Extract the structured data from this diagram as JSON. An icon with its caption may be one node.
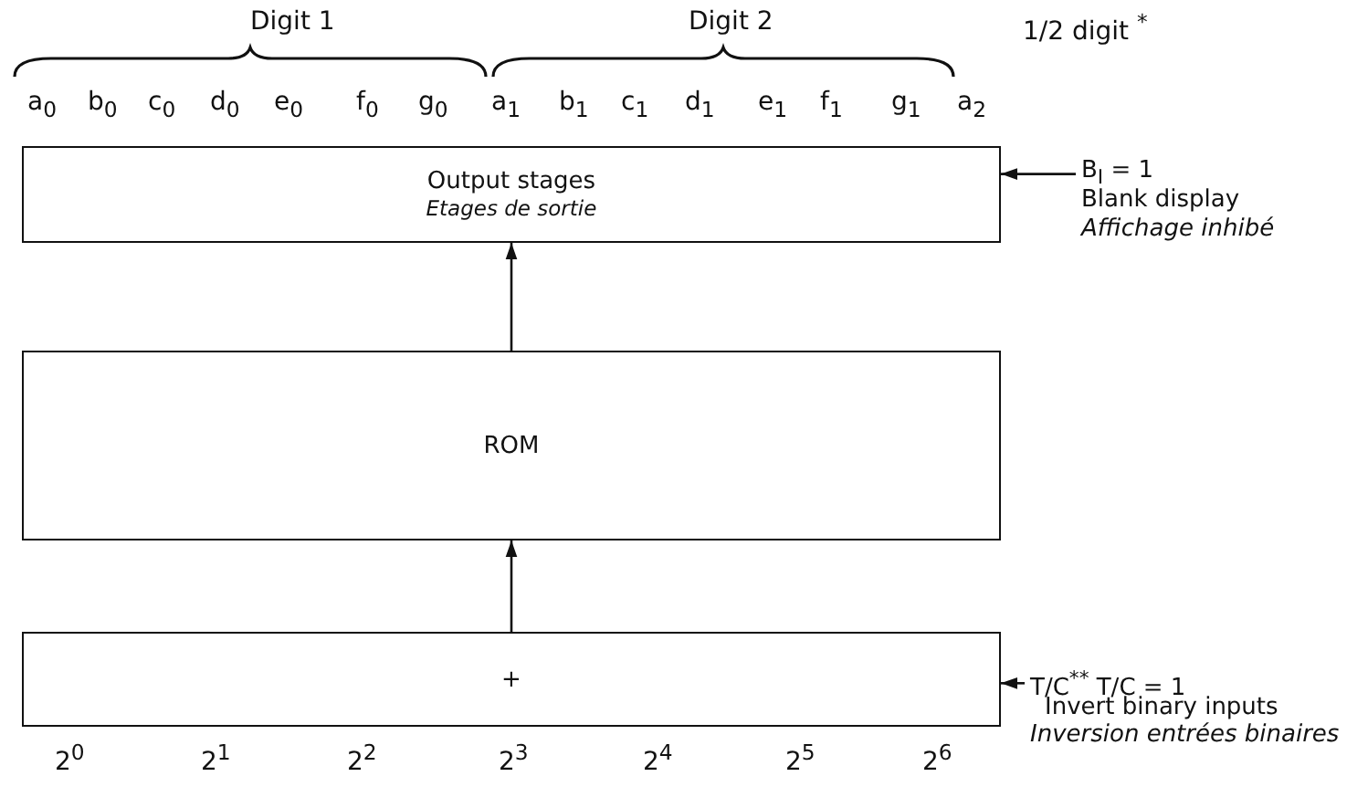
{
  "diagram": {
    "nodes": [
      {
        "text": [
          "Output stages",
          "Etages de sortie"
        ]
      },
      {
        "text": [
          "ROM"
        ]
      },
      {
        "text": [
          "+"
        ]
      },
      {
        "text": [
          "B$_{I}$ = 1"
        ],
        "beside": [
          "Blank display",
          "Affichage inhibé"
        ]
      },
      {
        "text": [
          "T/C$^{**}$ T/C = 1"
        ],
        "beside": [
          "Invert binary inputs",
          "Inversion entrées binaires"
        ]
      }
    ],
    "edges": [
      {
        "from": 2,
        "to": 1,
        "arrow": "to"
      },
      {
        "from": 1,
        "to": 0,
        "arrow": "to"
      },
      {
        "from": 3,
        "to": 0,
        "arrow": "to"
      },
      {
        "from": 4,
        "to": 2,
        "arrow": "to"
      }
    ],
    "labels": [
      "Digit 1",
      "Digit 2",
      "1/2 digit $^{*}$",
      "a$_{0}$",
      "b$_{0}$",
      "c$_{0}$",
      "d$_{0}$",
      "e$_{0}$",
      "f$_{0}$",
      "g$_{0}$",
      "a$_{1}$",
      "b$_{1}$",
      "c$_{1}$",
      "d$_{1}$",
      "e$_{1}$",
      "f$_{1}$",
      "g$_{1}$",
      "a$_{2}$",
      "2$^{0}$",
      "2$^{1}$",
      "2$^{2}$",
      "2$^{3}$",
      "2$^{4}$",
      "2$^{5}$",
      "2$^{6}$"
    ]
  }
}
